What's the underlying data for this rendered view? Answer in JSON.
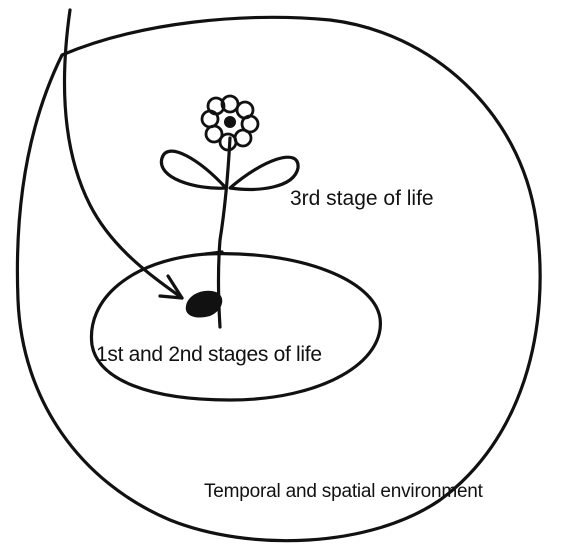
{
  "labels": {
    "stage3": "3rd stage of life",
    "stage12": "1st and 2nd stages of life",
    "environment": "Temporal and spatial environment"
  },
  "colors": {
    "ink": "#111111",
    "background": "#ffffff"
  }
}
